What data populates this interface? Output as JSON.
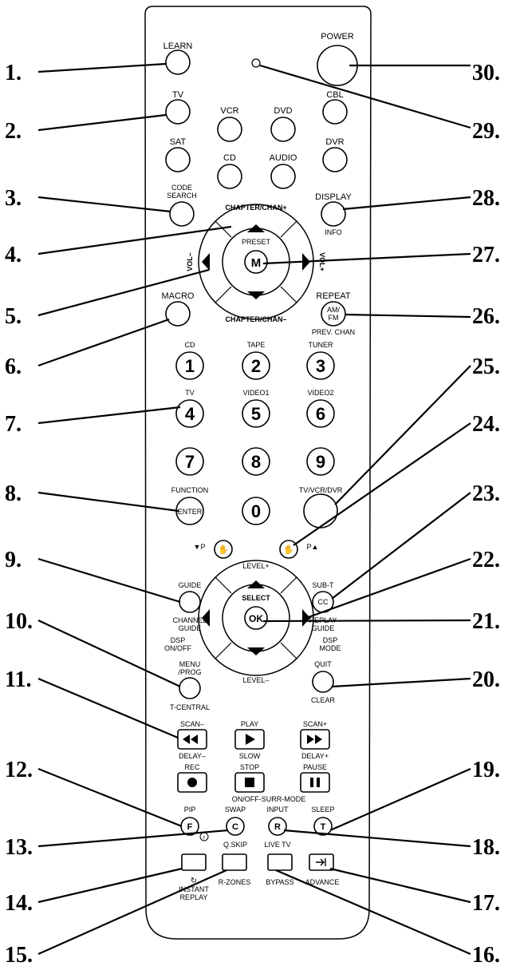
{
  "numbers_left": [
    "1.",
    "2.",
    "3.",
    "4.",
    "5.",
    "6.",
    "7.",
    "8.",
    "9.",
    "10.",
    "11.",
    "12.",
    "13.",
    "14.",
    "15."
  ],
  "numbers_right": [
    "30.",
    "29.",
    "28.",
    "27.",
    "26.",
    "25.",
    "24.",
    "23.",
    "22.",
    "21.",
    "20.",
    "19.",
    "18.",
    "17.",
    "16."
  ],
  "labels": {
    "learn": "LEARN",
    "power": "POWER",
    "tv": "TV",
    "vcr": "VCR",
    "dvd": "DVD",
    "cbl": "CBL",
    "sat": "SAT",
    "cd": "CD",
    "audio": "AUDIO",
    "dvr": "DVR",
    "code_search_1": "CODE",
    "code_search_2": "SEARCH",
    "display": "DISPLAY",
    "info": "INFO",
    "chapter_chan_up": "CHAPTER/CHAN+",
    "chapter_chan_down": "CHAPTER/CHAN–",
    "vol_minus": "VOL–",
    "vol_plus": "VOL+",
    "preset": "PRESET",
    "m_key": "M",
    "macro": "MACRO",
    "repeat": "REPEAT",
    "am": "AM/",
    "fm": "FM",
    "prev_chan": "PREV. CHAN",
    "digit_top_1": "CD",
    "digit_top_2": "TAPE",
    "digit_top_3": "TUNER",
    "digit_top_4": "TV",
    "digit_top_5": "VIDEO1",
    "digit_top_6": "VIDEO2",
    "d1": "1",
    "d2": "2",
    "d3": "3",
    "d4": "4",
    "d5": "5",
    "d6": "6",
    "d7": "7",
    "d8": "8",
    "d9": "9",
    "d0": "0",
    "function": "FUNCTION",
    "enter": "ENTER",
    "tv_vcr_dvr": "TV/VCR/DVR",
    "p_down": "▼P",
    "p_up": "P▲",
    "level_plus": "LEVEL+",
    "level_minus": "LEVEL–",
    "guide": "GUIDE",
    "channel": "CHANNEL",
    "guide2": "GUIDE",
    "sub_t": "SUB-T",
    "cc": "CC",
    "replay": "REPLAY",
    "guide3": "GUIDE",
    "dsp_1": "DSP",
    "on_off": "ON/OFF",
    "dsp_2": "DSP",
    "mode": "MODE",
    "select": "SELECT",
    "ok": "OK",
    "menu": "MENU",
    "prog": "/PROG",
    "t_central": "T-CENTRAL",
    "quit": "QUIT",
    "clear": "CLEAR",
    "scan_minus": "SCAN–",
    "play": "PLAY",
    "scan_plus": "SCAN+",
    "delay_minus": "DELAY–",
    "slow": "SLOW",
    "delay_plus": "DELAY+",
    "rec": "REC",
    "stop": "STOP",
    "pause": "PAUSE",
    "surr_mode": "ON/OFF-SURR-MODE",
    "pip": "PIP",
    "swap": "SWAP",
    "input": "INPUT",
    "sleep": "SLEEP",
    "f_key": "F",
    "c_key": "C",
    "r_key": "R",
    "t_key": "T",
    "r_small": "r",
    "q_skip": "Q.SKIP",
    "live_tv": "LIVE TV",
    "instant": "INSTANT",
    "replay2": "REPLAY",
    "zones": "R-ZONES",
    "bypass": "BYPASS",
    "advance": "ADVANCE"
  }
}
